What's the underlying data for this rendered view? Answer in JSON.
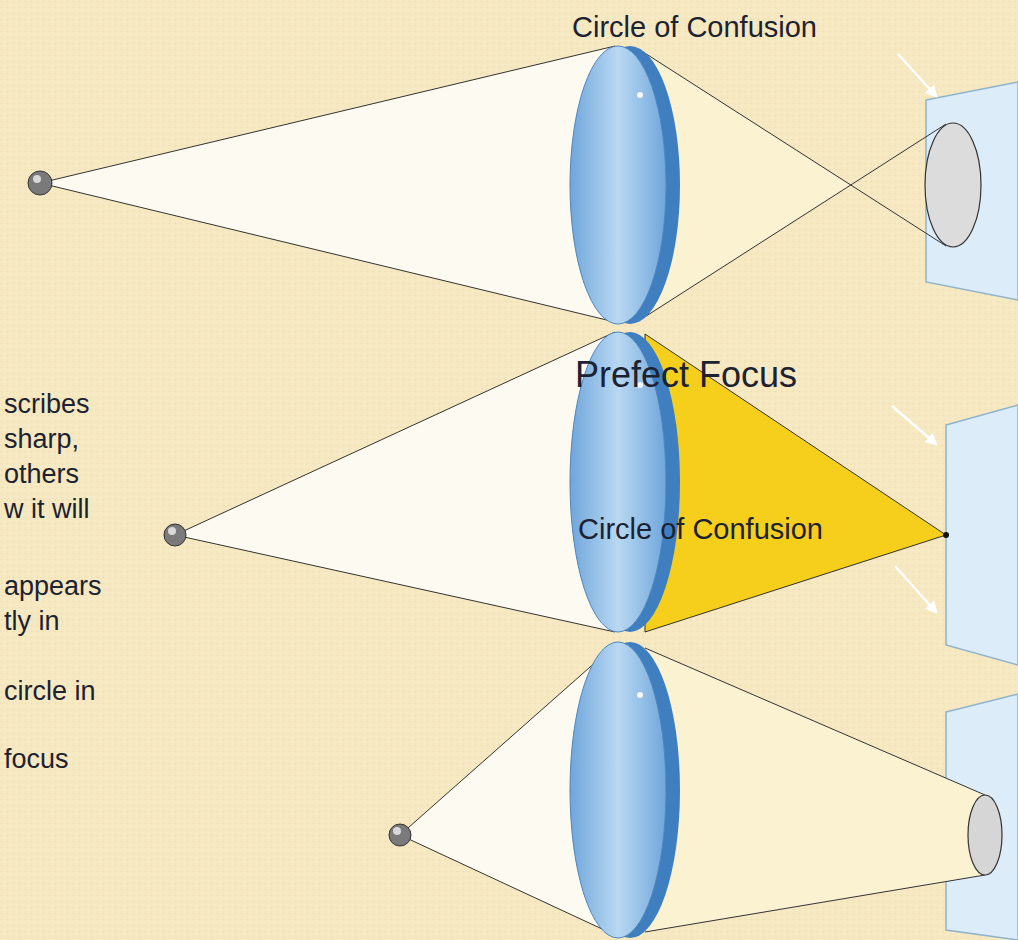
{
  "diagram": {
    "labels": [
      "Circle of Confusion",
      "Prefect Focus",
      "Circle of Confusion",
      "scribes",
      "sharp,",
      "others",
      "w it will",
      "appears",
      "tly in",
      "circle in",
      "focus"
    ]
  }
}
